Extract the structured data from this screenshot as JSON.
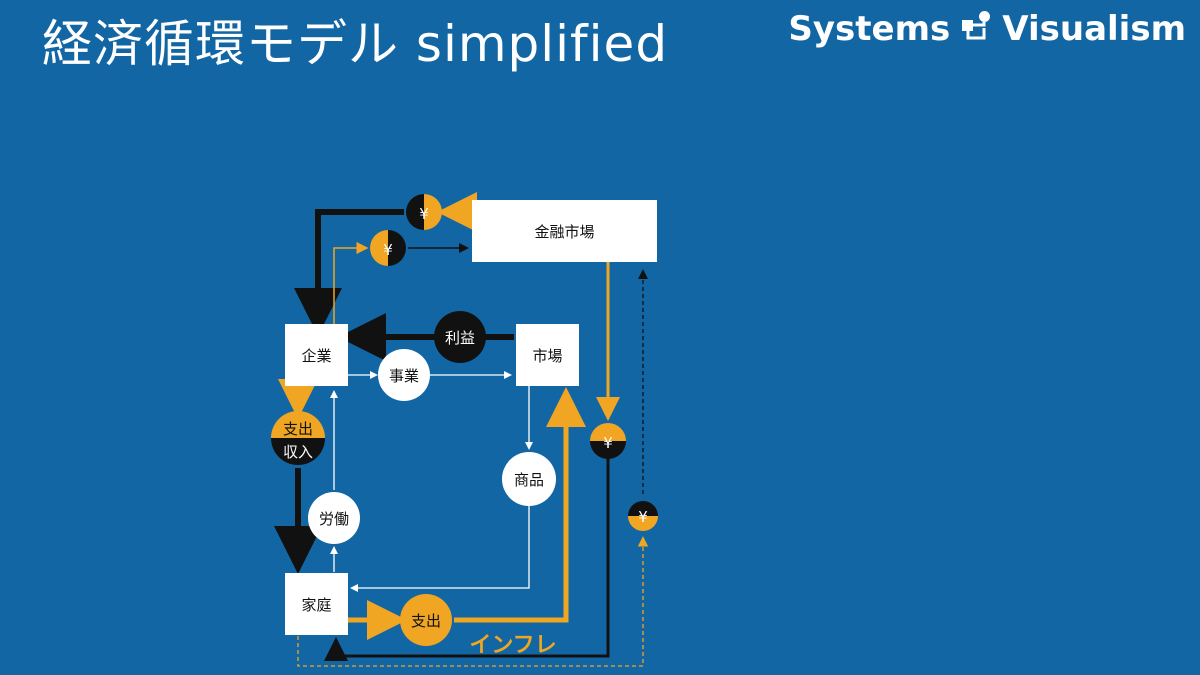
{
  "header": {
    "title": "経済循環モデル simplified",
    "brand_left": "Systems",
    "brand_right": "Visualism",
    "logo_icon": "systems-visualism-logo-icon"
  },
  "nodes": {
    "financial_market": "金融市場",
    "enterprise": "企業",
    "market": "市場",
    "household": "家庭"
  },
  "flows": {
    "profit": "利益",
    "business": "事業",
    "goods": "商品",
    "labor": "労働",
    "expense_top": "支出",
    "income_bottom": "収入",
    "spending": "支出",
    "inflation": "インフレ",
    "yen_symbol": "¥"
  },
  "colors": {
    "background": "#1266a3",
    "money_flow": "#f0a623",
    "debt_flow": "#111111",
    "box": "#ffffff"
  }
}
